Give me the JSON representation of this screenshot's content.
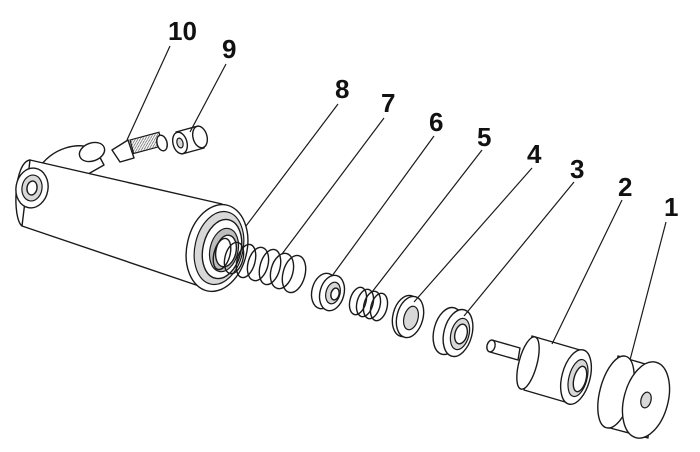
{
  "diagram": {
    "labels": [
      "10",
      "9",
      "8",
      "7",
      "6",
      "5",
      "4",
      "3",
      "2",
      "1"
    ]
  },
  "colors": {
    "line": "#1a1a1a",
    "fill": "#ffffff",
    "shade": "#d8d8d8"
  }
}
